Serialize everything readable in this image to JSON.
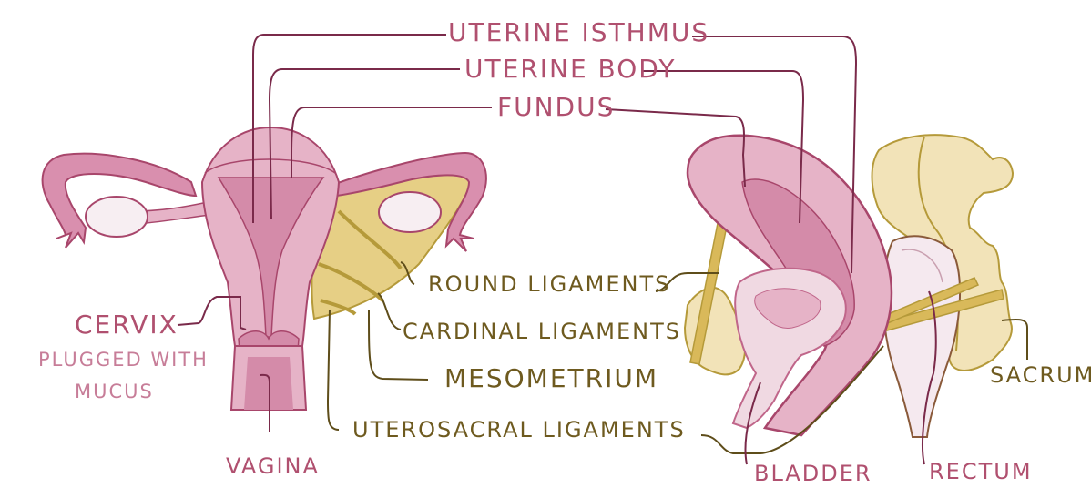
{
  "colors": {
    "uterus_fill": "#e6b3c7",
    "uterus_inner": "#d48ba9",
    "uterus_stroke": "#a8466b",
    "ovary_fill": "#f7eef2",
    "ligament_fill": "#e6cf85",
    "ligament_stroke": "#b59a3a",
    "sacrum_fill": "#f2e3b8",
    "pink_text": "#b0506f",
    "light_pink_text": "#c77d98",
    "olive_text": "#6e5a1f",
    "leader_line_pink": "#7a2a4a",
    "leader_line_olive": "#5e4d1a"
  },
  "labels": {
    "top": {
      "uterine_isthmus": "Uterine Isthmus",
      "uterine_body": "Uterine Body",
      "fundus": "Fundus"
    },
    "left": {
      "cervix": "Cervix",
      "cervix_note_line1": "Plugged With",
      "cervix_note_line2": "Mucus",
      "vagina": "Vagina"
    },
    "ligaments": {
      "round": "Round ligaments",
      "cardinal": "Cardinal ligaments",
      "mesometrium": "Mesometrium",
      "uterosacral": "Uterosacral ligaments"
    },
    "right": {
      "sacrum": "Sacrum",
      "bladder": "Bladder",
      "rectum": "Rectum"
    }
  },
  "views": {
    "left": "frontal view of uterus, ovaries, fallopian tubes and broad ligament",
    "right": "sagittal view of pelvis with uterus, bladder, rectum and sacrum"
  }
}
